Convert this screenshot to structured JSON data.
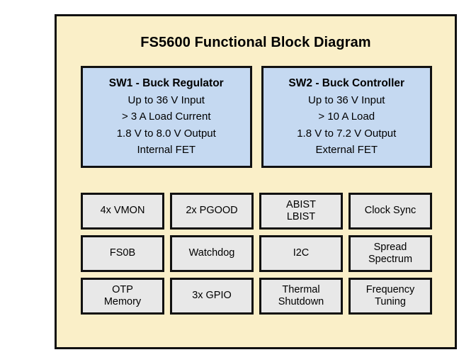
{
  "colors": {
    "page_background": "#ffffff",
    "frame_background": "#faefc8",
    "frame_border": "#111111",
    "sw_block_fill": "#c5d9f1",
    "feature_block_fill": "#e8e8e8",
    "text": "#000000"
  },
  "diagram": {
    "title": "FS5600 Functional Block Diagram",
    "sw_blocks": [
      {
        "id": "sw1",
        "title": "SW1 - Buck Regulator",
        "lines": [
          "Up to 36 V Input",
          "> 3 A Load Current",
          "1.8 V to 8.0 V Output",
          "Internal FET"
        ]
      },
      {
        "id": "sw2",
        "title": "SW2 - Buck Controller",
        "lines": [
          "Up to 36 V Input",
          "> 10 A Load",
          "1.8 V to 7.2 V Output",
          "External FET"
        ]
      }
    ],
    "features": [
      {
        "id": "vmon",
        "lines": [
          "4x VMON"
        ]
      },
      {
        "id": "pgood",
        "lines": [
          "2x PGOOD"
        ]
      },
      {
        "id": "abist-lbist",
        "lines": [
          "ABIST",
          "LBIST"
        ]
      },
      {
        "id": "clock-sync",
        "lines": [
          "Clock Sync"
        ]
      },
      {
        "id": "fs0b",
        "lines": [
          "FS0B"
        ]
      },
      {
        "id": "watchdog",
        "lines": [
          "Watchdog"
        ]
      },
      {
        "id": "i2c",
        "lines": [
          "I2C"
        ]
      },
      {
        "id": "spread-spectrum",
        "lines": [
          "Spread",
          "Spectrum"
        ]
      },
      {
        "id": "otp-memory",
        "lines": [
          "OTP",
          "Memory"
        ]
      },
      {
        "id": "gpio",
        "lines": [
          "3x GPIO"
        ]
      },
      {
        "id": "thermal-shutdown",
        "lines": [
          "Thermal",
          "Shutdown"
        ]
      },
      {
        "id": "frequency-tuning",
        "lines": [
          "Frequency",
          "Tuning"
        ]
      }
    ]
  }
}
